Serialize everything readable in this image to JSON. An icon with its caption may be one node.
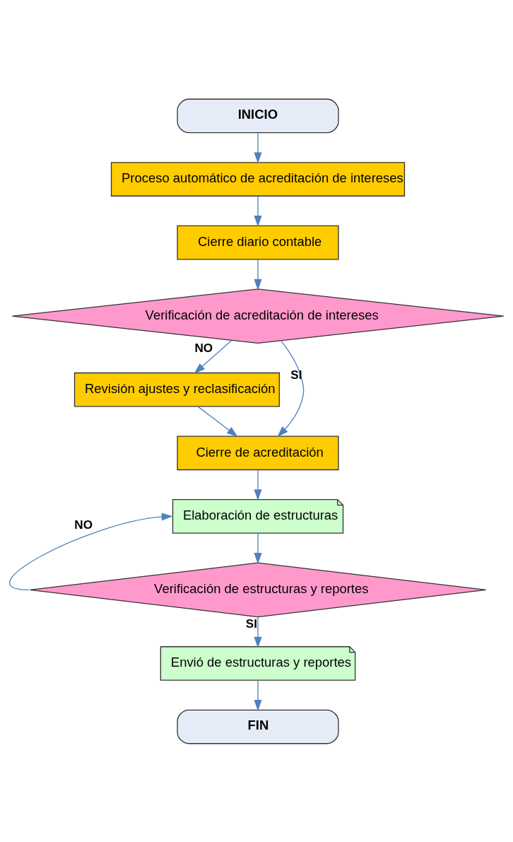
{
  "diagram": {
    "nodes": [
      {
        "text": [
          "INICIO"
        ]
      },
      {
        "text": [
          "Proceso automático de acreditación de intereses"
        ]
      },
      {
        "text": [
          "Cierre diario contable"
        ]
      },
      {
        "text": [
          "Verificación de acreditación de intereses"
        ]
      },
      {
        "text": [
          "Revisión ajustes y reclasificación"
        ]
      },
      {
        "text": [
          "Cierre de acreditación"
        ]
      },
      {
        "text": [
          "Elaboración de estructuras"
        ]
      },
      {
        "text": [
          "Verificación de estructuras y reportes"
        ]
      },
      {
        "text": [
          "Envió de estructuras y reportes"
        ]
      },
      {
        "text": [
          "FIN"
        ]
      }
    ],
    "edges": [
      {
        "from": 0,
        "to": 1,
        "arrow": "to"
      },
      {
        "from": 1,
        "to": 2,
        "arrow": "to"
      },
      {
        "from": 2,
        "to": 3,
        "arrow": "to"
      },
      {
        "from": 3,
        "to": 4,
        "arrow": "to",
        "label": "NO"
      },
      {
        "from": 3,
        "to": 5,
        "arrow": "to",
        "label": "SI"
      },
      {
        "from": 4,
        "to": 5,
        "arrow": "to"
      },
      {
        "from": 5,
        "to": 6,
        "arrow": "to"
      },
      {
        "from": 6,
        "to": 7,
        "arrow": "to"
      },
      {
        "from": 7,
        "to": 6,
        "arrow": "to",
        "label": "NO"
      },
      {
        "from": 7,
        "to": 8,
        "arrow": "to",
        "label": "SI"
      },
      {
        "from": 8,
        "to": 9,
        "arrow": "to"
      }
    ]
  }
}
